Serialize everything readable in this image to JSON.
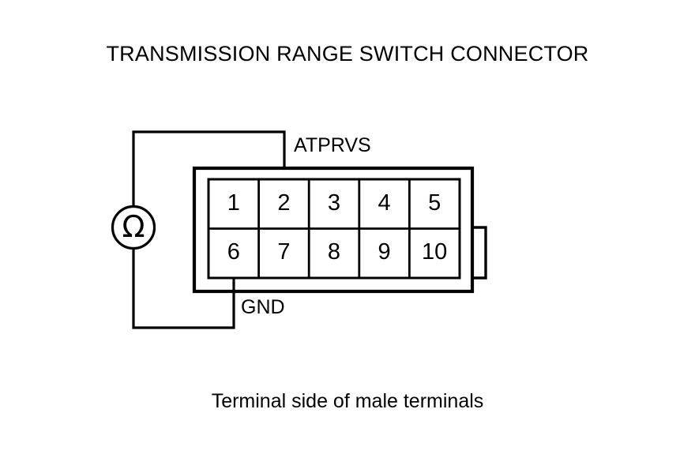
{
  "diagram": {
    "title": "TRANSMISSION RANGE SWITCH CONNECTOR",
    "caption": "Terminal side of male terminals",
    "meter": {
      "symbol": "Ω",
      "type": "ohmmeter"
    },
    "leads": [
      {
        "label": "ATPRVS",
        "connects_to_pin": "1"
      },
      {
        "label": "GND",
        "connects_to_pin": "6"
      }
    ],
    "connector": {
      "rows": 2,
      "columns": 5,
      "pins": [
        {
          "number": "1",
          "row": 0,
          "col": 0
        },
        {
          "number": "2",
          "row": 0,
          "col": 1
        },
        {
          "number": "3",
          "row": 0,
          "col": 2
        },
        {
          "number": "4",
          "row": 0,
          "col": 3
        },
        {
          "number": "5",
          "row": 0,
          "col": 4
        },
        {
          "number": "6",
          "row": 1,
          "col": 0
        },
        {
          "number": "7",
          "row": 1,
          "col": 1
        },
        {
          "number": "8",
          "row": 1,
          "col": 2
        },
        {
          "number": "9",
          "row": 1,
          "col": 3
        },
        {
          "number": "10",
          "row": 1,
          "col": 4
        }
      ]
    },
    "colors": {
      "ink": "#000000",
      "background": "#ffffff"
    }
  }
}
